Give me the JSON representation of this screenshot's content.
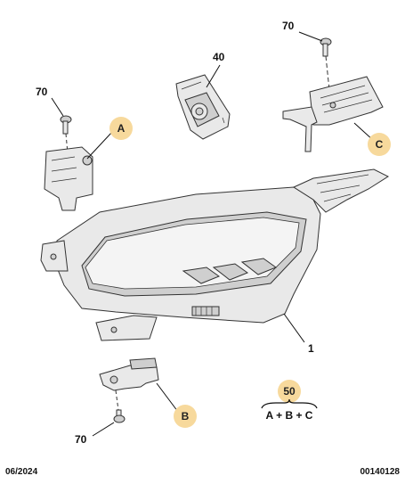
{
  "labels": {
    "part_70_top": "70",
    "part_40": "40",
    "part_70_left": "70",
    "part_1": "1",
    "part_50": "50",
    "part_70_bottom": "70"
  },
  "badges": {
    "a": "A",
    "b": "B",
    "c": "C",
    "fifty": "50"
  },
  "formula": "A + B + C",
  "footer": {
    "date": "06/2024",
    "code": "00140128"
  },
  "colors": {
    "badge_fill": "#f7d99c",
    "line": "#111111"
  }
}
